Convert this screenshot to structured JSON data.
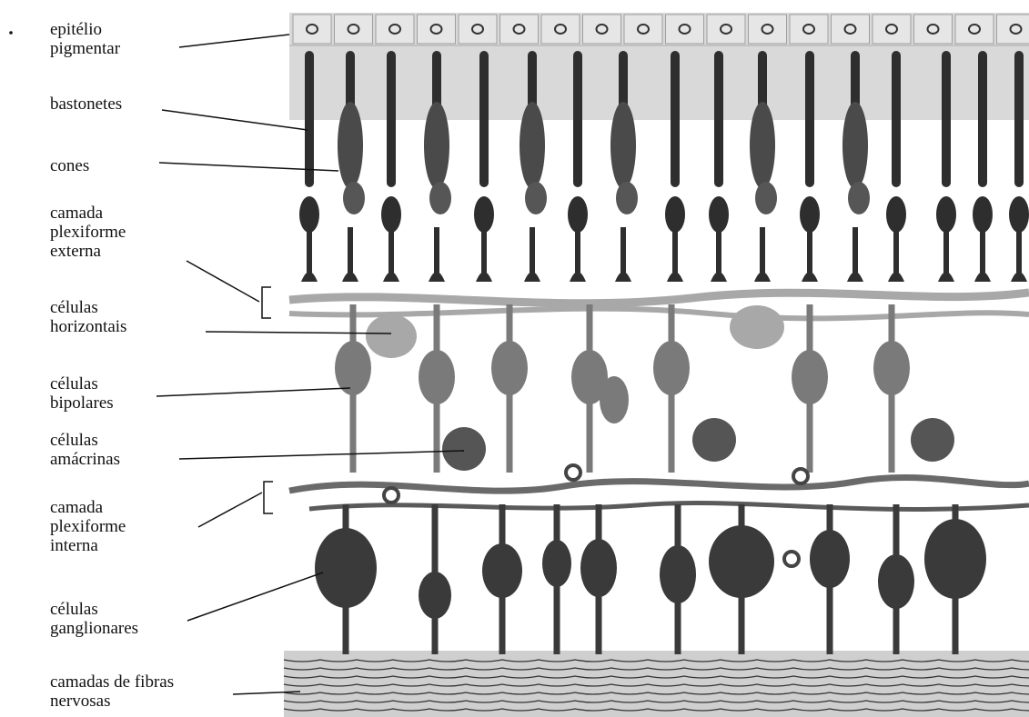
{
  "labels": {
    "epitelio": [
      "epitélio",
      "pigmentar"
    ],
    "bastonetes": [
      "bastonetes"
    ],
    "cones": [
      "cones"
    ],
    "plex_externa": [
      "camada",
      "plexiforme",
      "externa"
    ],
    "horizontais": [
      "células",
      "horizontais"
    ],
    "bipolares": [
      "células",
      "bipolares"
    ],
    "amacrinas": [
      "células",
      "amácrinas"
    ],
    "plex_interna": [
      "camada",
      "plexiforme",
      "interna"
    ],
    "ganglionares": [
      "células",
      "ganglionares"
    ],
    "fibras": [
      "camadas de fibras",
      "nervosas"
    ]
  },
  "colors": {
    "pigment": "#d9d9d9",
    "cell_dark": "#2e2e2e",
    "cell_mid": "#7a7a7a",
    "cell_light": "#a8a8a8",
    "fiber": "#9a9a9a",
    "line": "#111111"
  }
}
